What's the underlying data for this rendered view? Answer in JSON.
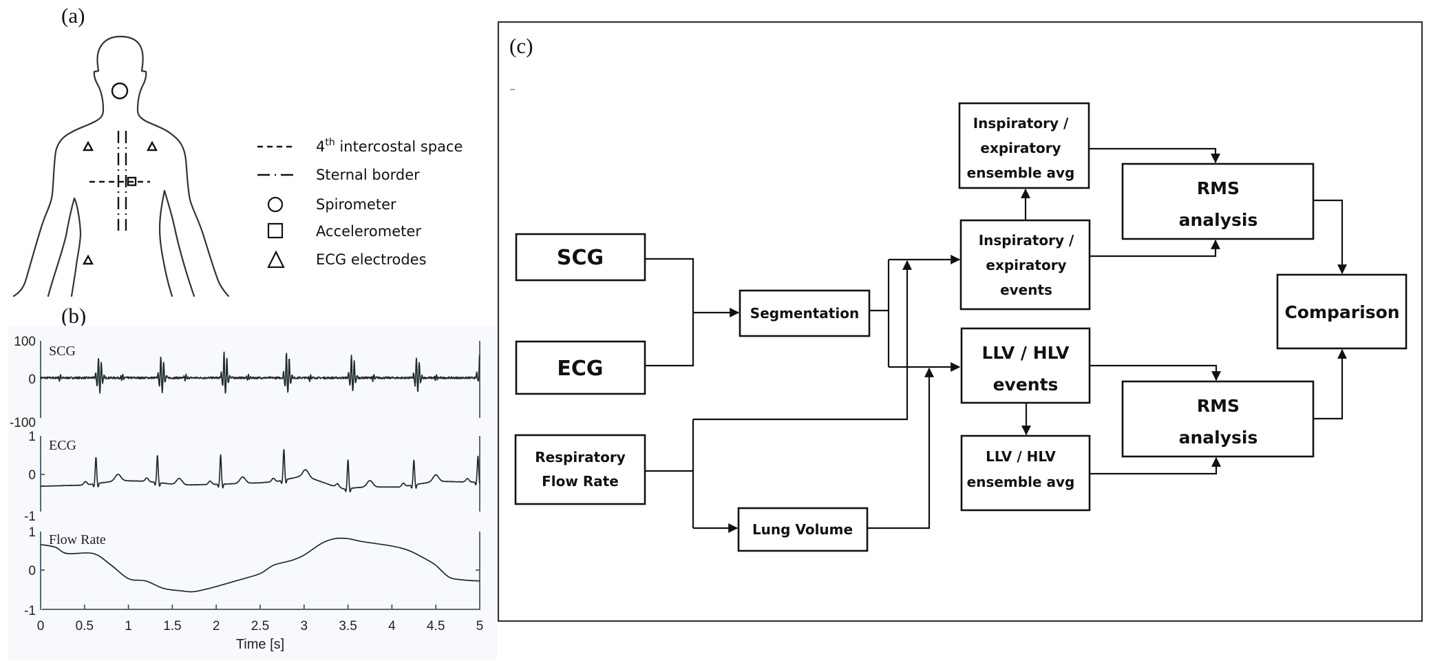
{
  "panels": {
    "a": {
      "label": "(a)",
      "legend": [
        {
          "symbol": "dashed-line",
          "text_main": "4",
          "text_sup": "th",
          "text_rest": " intercostal space"
        },
        {
          "symbol": "dash-dot-line",
          "text_main": "Sternal border",
          "text_sup": "",
          "text_rest": ""
        },
        {
          "symbol": "circle",
          "text_main": "Spirometer",
          "text_sup": "",
          "text_rest": ""
        },
        {
          "symbol": "square",
          "text_main": "Accelerometer",
          "text_sup": "",
          "text_rest": ""
        },
        {
          "symbol": "triangle",
          "text_main": "ECG electrodes",
          "text_sup": "",
          "text_rest": ""
        }
      ]
    },
    "b": {
      "label": "(b)"
    },
    "c": {
      "label": "(c)",
      "stray_mark": "_",
      "boxes": {
        "scg": [
          "SCG"
        ],
        "ecg": [
          "ECG"
        ],
        "resp": [
          "Respiratory",
          "Flow Rate"
        ],
        "seg": [
          "Segmentation"
        ],
        "lung": [
          "Lung Volume"
        ],
        "ie_avg": [
          "Inspiratory /",
          "expiratory",
          "ensemble avg"
        ],
        "ie_events": [
          "Inspiratory /",
          "expiratory",
          "events"
        ],
        "llv_events": [
          "LLV / HLV",
          "events"
        ],
        "llv_avg": [
          "LLV / HLV",
          "ensemble avg"
        ],
        "rms1": [
          "RMS",
          "analysis"
        ],
        "rms2": [
          "RMS",
          "analysis"
        ],
        "comparison": [
          "Comparison"
        ]
      }
    }
  },
  "chart_data": [
    {
      "type": "line",
      "title": "SCG",
      "xlabel": "",
      "ylabel": "",
      "xlim": [
        0,
        5
      ],
      "ylim": [
        -100,
        100
      ],
      "yticks": [
        "100",
        "0",
        "-100"
      ],
      "ytick_values": [
        100,
        0,
        -100
      ],
      "baseline": 4,
      "complex_times": [
        0.65,
        1.36,
        2.08,
        2.79,
        3.53,
        4.27,
        4.99
      ],
      "complex_peaks": [
        58,
        62,
        72,
        74,
        64,
        58,
        68
      ],
      "complex_troughs": [
        -38,
        -38,
        -40,
        -40,
        -36,
        -38,
        -20
      ],
      "secondary_times": [
        0.22,
        0.93,
        1.65,
        2.36,
        3.07,
        3.79,
        4.5
      ],
      "series": [
        {
          "name": "SCG"
        }
      ]
    },
    {
      "type": "line",
      "title": "ECG",
      "xlabel": "",
      "ylabel": "",
      "xlim": [
        0,
        5
      ],
      "ylim": [
        -1,
        1
      ],
      "yticks": [
        "1",
        "0",
        "-1"
      ],
      "ytick_values": [
        1,
        0,
        -1
      ],
      "r_peak_times": [
        0.63,
        1.33,
        2.05,
        2.77,
        3.5,
        4.25,
        4.98
      ],
      "r_peak_values": [
        0.44,
        0.49,
        0.5,
        0.65,
        0.36,
        0.36,
        0.47
      ],
      "baseline": [
        [
          0.0,
          -0.33
        ],
        [
          0.5,
          -0.3
        ],
        [
          0.9,
          -0.18
        ],
        [
          1.2,
          -0.2
        ],
        [
          1.6,
          -0.3
        ],
        [
          2.0,
          -0.28
        ],
        [
          2.5,
          -0.24
        ],
        [
          2.7,
          -0.2
        ],
        [
          3.0,
          -0.05
        ],
        [
          3.3,
          -0.3
        ],
        [
          3.45,
          -0.4
        ],
        [
          3.7,
          -0.35
        ],
        [
          4.1,
          -0.35
        ],
        [
          4.5,
          -0.2
        ],
        [
          4.9,
          -0.22
        ],
        [
          5.0,
          -0.22
        ]
      ],
      "series": [
        {
          "name": "ECG"
        }
      ]
    },
    {
      "type": "line",
      "title": "Flow Rate",
      "xlabel": "Time [s]",
      "ylabel": "",
      "xlim": [
        0,
        5
      ],
      "ylim": [
        -1,
        1
      ],
      "yticks": [
        "1",
        "0",
        "-1"
      ],
      "ytick_values": [
        1,
        0,
        -1
      ],
      "xticks": [
        "0",
        "0.5",
        "1",
        "1.5",
        "2",
        "2.5",
        "3",
        "3.5",
        "4",
        "4.5",
        "5"
      ],
      "xtick_values": [
        0,
        0.5,
        1,
        1.5,
        2,
        2.5,
        3,
        3.5,
        4,
        4.5,
        5
      ],
      "series": [
        {
          "name": "Flow Rate",
          "x": [
            0,
            0.17,
            0.3,
            0.6,
            0.8,
            1.0,
            1.2,
            1.4,
            1.6,
            1.75,
            2.0,
            2.25,
            2.5,
            2.65,
            2.85,
            3.0,
            3.2,
            3.35,
            3.5,
            3.65,
            4.0,
            4.2,
            4.4,
            4.5,
            4.65,
            4.8,
            5.0
          ],
          "y": [
            0.67,
            0.6,
            0.44,
            0.44,
            0.15,
            -0.2,
            -0.26,
            -0.45,
            -0.51,
            -0.53,
            -0.4,
            -0.24,
            -0.07,
            0.14,
            0.26,
            0.4,
            0.7,
            0.82,
            0.82,
            0.75,
            0.63,
            0.51,
            0.28,
            0.14,
            -0.16,
            -0.23,
            -0.26
          ]
        }
      ]
    }
  ]
}
